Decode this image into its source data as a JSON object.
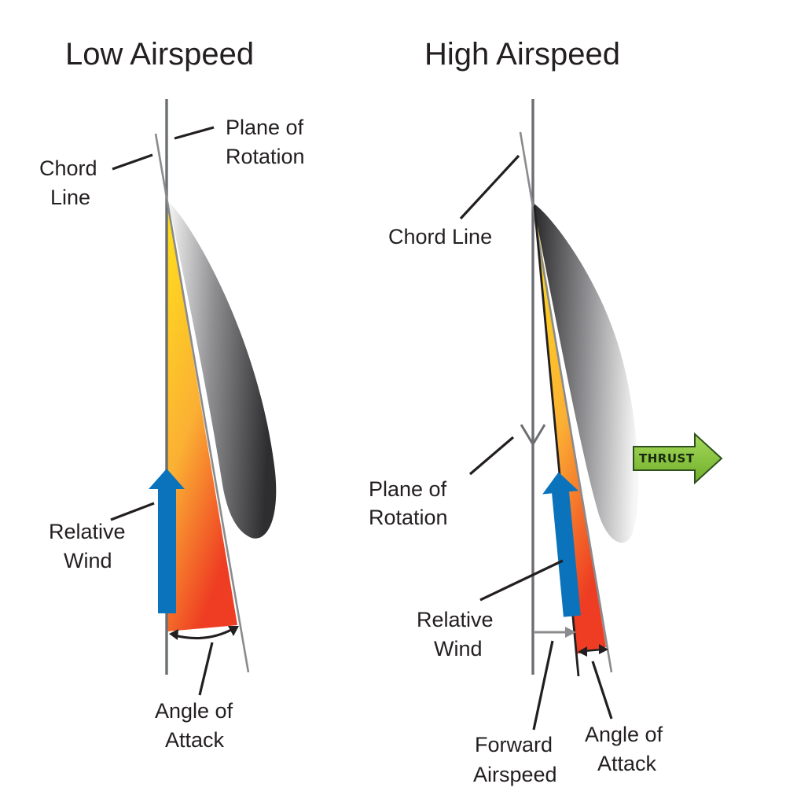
{
  "panels": {
    "low": {
      "title": "Low Airspeed",
      "plane_of_rotation": [
        "Plane of",
        "Rotation"
      ],
      "chord_line": [
        "Chord",
        "Line"
      ],
      "relative_wind": [
        "Relative",
        "Wind"
      ],
      "angle_of_attack": [
        "Angle of",
        "Attack"
      ]
    },
    "high": {
      "title": "High Airspeed",
      "chord_line": "Chord Line",
      "plane_of_rotation": [
        "Plane of",
        "Rotation"
      ],
      "relative_wind": [
        "Relative",
        "Wind"
      ],
      "forward_airspeed": [
        "Forward",
        "Airspeed"
      ],
      "angle_of_attack": [
        "Angle of",
        "Attack"
      ],
      "thrust": "THRUST"
    }
  },
  "colors": {
    "wind_arrow": "#0a73bc",
    "thrust_arrow": "#8dc63f",
    "aoa_fill_top": "#ffd21a",
    "aoa_fill_bottom": "#ef4a24",
    "blade_dark": "#3a3a3c",
    "blade_light": "#f2f2f2"
  }
}
